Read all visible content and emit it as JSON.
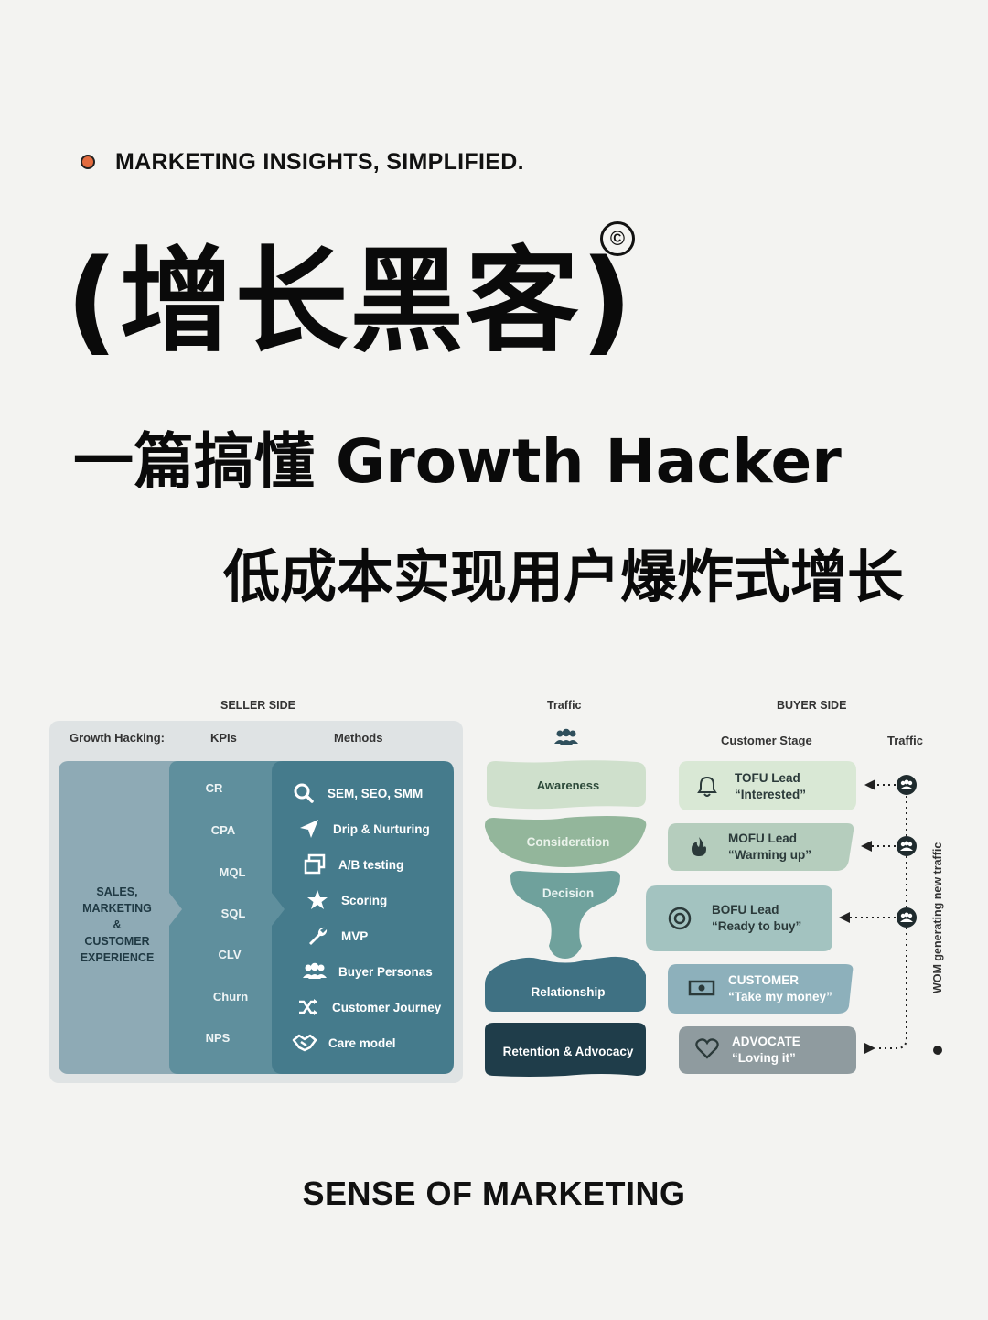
{
  "header": {
    "tagline": "MARKETING INSIGHTS, SIMPLIFIED.",
    "title": "(增长黑客)",
    "copyright_symbol": "©",
    "subtitle_1": "一篇搞懂 Growth Hacker",
    "subtitle_2": "低成本实现用户爆炸式增长"
  },
  "diagram": {
    "seller_side": "SELLER SIDE",
    "traffic_top": "Traffic",
    "buyer_side": "BUYER SIDE",
    "col_growth_hacking": "Growth Hacking:",
    "col_kpis": "KPIs",
    "col_methods": "Methods",
    "col_customer_stage": "Customer Stage",
    "col_traffic": "Traffic",
    "growth_label": [
      "SALES,",
      "MARKETING",
      "&",
      "CUSTOMER",
      "EXPERIENCE"
    ],
    "kpis": [
      "CR",
      "CPA",
      "MQL",
      "SQL",
      "CLV",
      "Churn",
      "NPS"
    ],
    "methods": [
      {
        "icon": "search-icon",
        "label": "SEM, SEO, SMM"
      },
      {
        "icon": "send-icon",
        "label": "Drip & Nurturing"
      },
      {
        "icon": "windows-icon",
        "label": "A/B testing"
      },
      {
        "icon": "star-icon",
        "label": "Scoring"
      },
      {
        "icon": "wrench-icon",
        "label": "MVP"
      },
      {
        "icon": "group-icon",
        "label": "Buyer Personas"
      },
      {
        "icon": "shuffle-icon",
        "label": "Customer Journey"
      },
      {
        "icon": "handshake-icon",
        "label": "Care model"
      }
    ],
    "funnel": [
      "Awareness",
      "Consideration",
      "Decision",
      "Relationship",
      "Retention & Advocacy"
    ],
    "stages": [
      {
        "icon": "bell-icon",
        "name": "TOFU Lead",
        "quote": "“Interested”"
      },
      {
        "icon": "flame-icon",
        "name": "MOFU Lead",
        "quote": "“Warming up”"
      },
      {
        "icon": "target-icon",
        "name": "BOFU Lead",
        "quote": "“Ready to buy”"
      },
      {
        "icon": "money-icon",
        "name": "CUSTOMER",
        "quote": "“Take my money”"
      },
      {
        "icon": "heart-icon",
        "name": "ADVOCATE",
        "quote": "“Loving it”"
      }
    ],
    "wom_label": "WOM generating new traffic",
    "colors": {
      "outer_panel": "#dfe3e4",
      "growth_panel": "#8eaab5",
      "kpi_panel": "#5f8f9d",
      "method_panel": "#457b8c",
      "awareness": "#cfe0cc",
      "consideration": "#93b69b",
      "decision": "#6fa19c",
      "relationship": "#3f7183",
      "retention": "#1f3d4a",
      "tofu": "#d9e8d5",
      "mofu": "#b5cdbd",
      "bofu": "#a3c3c0",
      "customer": "#8db0bb",
      "advocate": "#8f9b9f"
    }
  },
  "footer": {
    "brand": "SENSE OF MARKETING"
  }
}
